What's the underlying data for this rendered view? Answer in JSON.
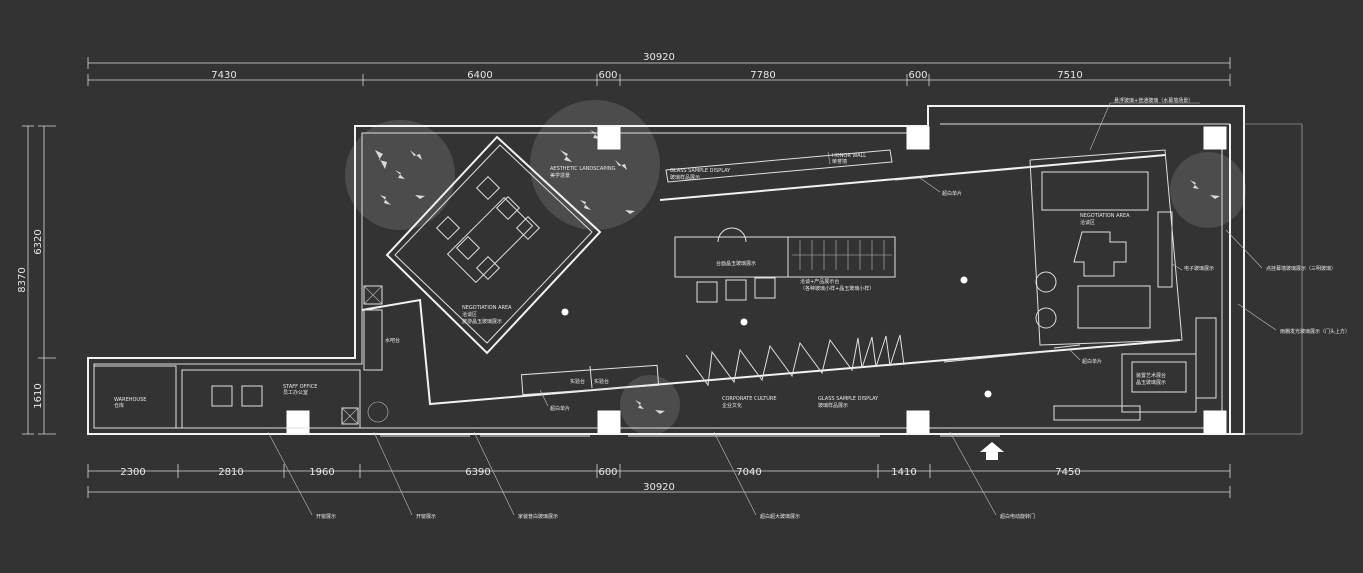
{
  "dimensions": {
    "total_top": "30920",
    "top": [
      "7430",
      "6400",
      "600",
      "7780",
      "600",
      "7510"
    ],
    "total_bottom": "30920",
    "bottom": [
      "2300",
      "2810",
      "1960",
      "6390",
      "600",
      "7040",
      "1410",
      "7450"
    ],
    "left_total": "8370",
    "left": [
      "6320",
      "1610"
    ]
  },
  "areas": {
    "aesthetic_en": "AESTHETIC LANDSCAPING",
    "aesthetic_cn": "美学造景",
    "glass_display_top_en": "GLASS SAMPLE DISPLAY",
    "glass_display_top_cn": "玻璃样品展示",
    "honor_wall_en": "HONOR WALL",
    "honor_wall_cn": "荣誉墙",
    "negotiation_right_en": "NEGOTIATION AREA",
    "negotiation_right_cn": "洽谈区",
    "negotiation_left_en": "NEGOTIATION AREA",
    "negotiation_left_cn": "洽谈区",
    "negotiation_left_sub": "旅游晶玉玻璃展示",
    "counter_label": "台面晶玉玻璃展示",
    "product_display_1": "洽谈+产品展示台",
    "product_display_2": "（各种玻璃小样+晶玉玻璃小样）",
    "water_bar": "水吧台",
    "staff_office_en": "STAFF OFFICE",
    "staff_office_cn": "员工办公室",
    "warehouse_en": "WAREHOUSE",
    "warehouse_cn": "仓库",
    "corporate_en": "CORPORATE CULTURE",
    "corporate_cn": "企业文化",
    "glass_display_bottom_en": "GLASS SAMPLE DISPLAY",
    "glass_display_bottom_cn": "玻璃样品展示",
    "lab_1": "实验台",
    "lab_2": "实验台",
    "art_1": "装置艺术展台",
    "art_2": "晶玉玻璃展示"
  },
  "notes": {
    "top_curtain": "悬浮玻璃+普通玻璃（水幕墙场景）",
    "right_1": "点挂幕墙玻璃展示（三明玻璃）",
    "right_2": "雨棚发光玻璃展示（门头上方）",
    "electronic_glass": "电子玻璃展示",
    "ultra_white_1": "超白单片",
    "ultra_white_2": "超白单片",
    "ultra_white_3": "超白单片",
    "bottom": [
      "开窗展示",
      "开窗展示",
      "家装普白玻璃展示",
      "超白超大玻璃展示",
      "超白电动旋转门"
    ]
  }
}
